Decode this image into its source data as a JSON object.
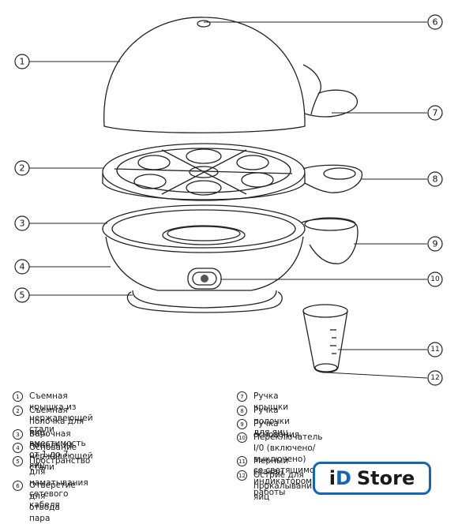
{
  "callouts": [
    "1",
    "2",
    "3",
    "4",
    "5",
    "6",
    "7",
    "8",
    "9",
    "10",
    "11",
    "12"
  ],
  "legend_left": [
    {
      "num": "1",
      "text": "Съемная крышка из нержавеющей стали"
    },
    {
      "num": "2",
      "text": "Съемная полочка для яиц,\nвместимость от 1 до 7 яиц"
    },
    {
      "num": "3",
      "text": "Варочная панель из нержавеющей стали"
    },
    {
      "num": "4",
      "text": "Основание"
    },
    {
      "num": "5",
      "text": "Пространство для наматывания сетевого\nкабеля"
    },
    {
      "num": "6",
      "text": "Отверстие для отвода пара"
    }
  ],
  "legend_right": [
    {
      "num": "7",
      "text": "Ручка крышки"
    },
    {
      "num": "8",
      "text": "Ручка полочки для яиц"
    },
    {
      "num": "9",
      "text": "Ручка основания"
    },
    {
      "num": "10",
      "text": "Переключатель I/0 (включено/выключено)\nсо светящимся индикатором работы"
    },
    {
      "num": "11",
      "text": "Мерный стакан"
    },
    {
      "num": "12",
      "text": "Острие для прокалывания яиц"
    }
  ],
  "watermark": {
    "i": "i",
    "d": "D",
    "store": "Store"
  },
  "icons": {
    "power_switch": "power-switch-icon",
    "measuring_cup": "measuring-cup-icon"
  }
}
